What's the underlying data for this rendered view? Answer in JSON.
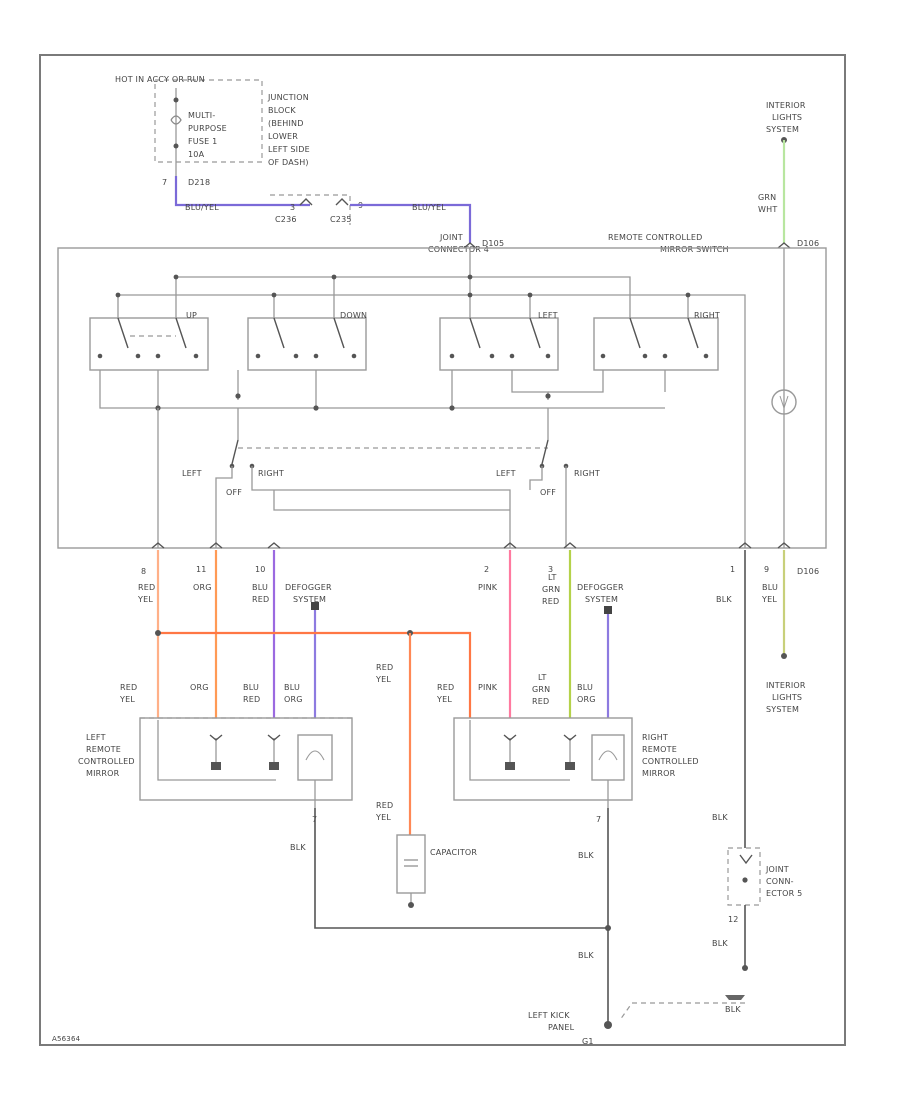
{
  "diagram_id": "A56364",
  "labels": {
    "hot_at_all_times": "HOT IN ACCY OR RUN",
    "fuse_name": [
      "MULTI-",
      "PURPOSE",
      "FUSE 1",
      "10A"
    ],
    "junction_block": [
      "JUNCTION",
      "BLOCK",
      "(BEHIND",
      "LOWER",
      "LEFT SIDE",
      "OF DASH)"
    ],
    "d218": "D218",
    "c236": "C236",
    "c235": "C235",
    "joint_connector": [
      "JOINT",
      "CONNECTOR 4"
    ],
    "remote_switch": [
      "REMOTE CONTROLLED",
      "MIRROR SWITCH"
    ],
    "d105": "D105",
    "interior_lights_top": [
      "INTERIOR",
      "LIGHTS",
      "SYSTEM"
    ],
    "interior_lights_bottom": [
      "INTERIOR",
      "LIGHTS",
      "SYSTEM"
    ],
    "sw_up": "UP",
    "sw_down": "DOWN",
    "sw_left": "LEFT",
    "sw_right": "RIGHT",
    "sel_left_a": "LEFT",
    "sel_off_a": "OFF",
    "sel_right_a": "RIGHT",
    "sel_left_b": "LEFT",
    "sel_off_b": "OFF",
    "sel_right_b": "RIGHT",
    "defogger_a": [
      "DEFOGGER",
      "SYSTEM"
    ],
    "defogger_b": [
      "DEFOGGER",
      "SYSTEM"
    ],
    "left_mirror": [
      "LEFT",
      "REMOTE",
      "CONTROLLED",
      "MIRROR"
    ],
    "right_mirror": [
      "RIGHT",
      "REMOTE",
      "CONTROLLED",
      "MIRROR"
    ],
    "capacitor": "CAPACITOR",
    "joint_connector_5": [
      "JOINT",
      "CONN-",
      "ECTOR 5"
    ],
    "ground": [
      "LEFT KICK",
      "PANEL"
    ],
    "g1": "G1",
    "d106": "D106"
  },
  "wires": {
    "blu_yel": "BLU/YEL",
    "grn_wht": [
      "GRN",
      "WHT"
    ],
    "red_yel": [
      "RED",
      "YEL"
    ],
    "org": "ORG",
    "blu_red": [
      "BLU",
      "RED"
    ],
    "blu_org": [
      "BLU",
      "ORG"
    ],
    "pink": "PINK",
    "lt_grn_red": [
      "LT",
      "GRN",
      "RED"
    ],
    "blk": "BLK",
    "blu_yel_v": [
      "BLU",
      "YEL"
    ]
  },
  "pins": {
    "p8": "8",
    "p11": "11",
    "p10": "10",
    "p2": "2",
    "p3": "3",
    "p1": "1",
    "p9": "9",
    "p7a": "7",
    "p7b": "7",
    "p12": "12",
    "p7c": "7"
  },
  "colors": {
    "blu_yel": "#7b6ad8",
    "grn_wht": "#b8e6a0",
    "red_yel": "#ffb088",
    "org": "#ff9a55",
    "blu_red": "#9b6ae0",
    "blu_org": "#8d7ae0",
    "pink": "#ff7aa0",
    "lt_grn_red": "#b4d24a",
    "blk": "#555555",
    "red_yel_bus": "#ff7744",
    "blu_yel_v": "#c8d07a"
  }
}
